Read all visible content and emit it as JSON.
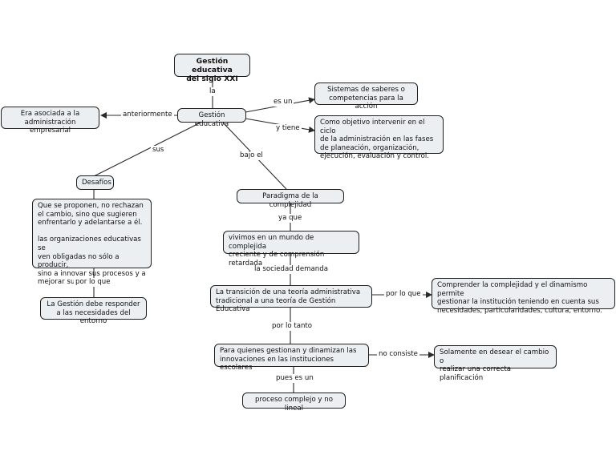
{
  "nodes": {
    "root": "Gestión educativa\ndel siglo XXI",
    "gestion": "Gestión educativa",
    "empresarial": "Era asociada a la\nadministración empresarial",
    "sistemas": "Sistemas de saberes o\ncompetencias para la acción",
    "objetivo": "Como objetivo intervenir en el ciclo\nde la administración en las fases\n de planeación, organización,\nejecución, evaluación y control.",
    "desafios": "Desafíos",
    "desafios_text": "Que se proponen, no rechazan\nel cambio, sino que sugieren\nenfrentarlo y adelantarse a él.\n\nlas organizaciones educativas se\nven obligadas no sólo a producir,\n sino a innovar sus procesos y a\nmejorar sus servicios.",
    "responder": "La Gestión debe responder\na las necesidades del entorno",
    "paradigma": "Paradigma de la complejidad",
    "vivimos": "vivimos en un mundo de complejida\ncreciente y de comprensión retardada",
    "transicion": "La transición de una teoría administrativa\ntradicional a una teoría de Gestión Educativa",
    "comprender": "Comprender la complejidad y el dinamismo permite\ngestionar la institución teniendo en cuenta sus\nnecesidades, particularidades, cultura, entorno.",
    "quienes": "Para quienes gestionan y dinamizan las\ninnovaciones en las instituciones escolares",
    "solamente": "Solamente en desear el cambio o\nrealizar una correcta planificación",
    "proceso": "proceso complejo y no lineal"
  },
  "links": {
    "la": "la",
    "anteriormente": "anteriormente",
    "es_un": "es un",
    "y_tiene": "y tiene",
    "sus": "sus",
    "bajo_el": "bajo el",
    "por_lo_que_1": "por lo que",
    "ya_que": "ya que",
    "la_sociedad_demanda": "la sociedad demanda",
    "por_lo_que_2": "por lo que",
    "por_lo_tanto": "por lo tanto",
    "no_consiste": "no consiste",
    "pues_es_un": "pues es un"
  },
  "colors": {
    "node_fill": "#eceff2",
    "border": "#1f1f1f",
    "line": "#2a2a2a"
  }
}
